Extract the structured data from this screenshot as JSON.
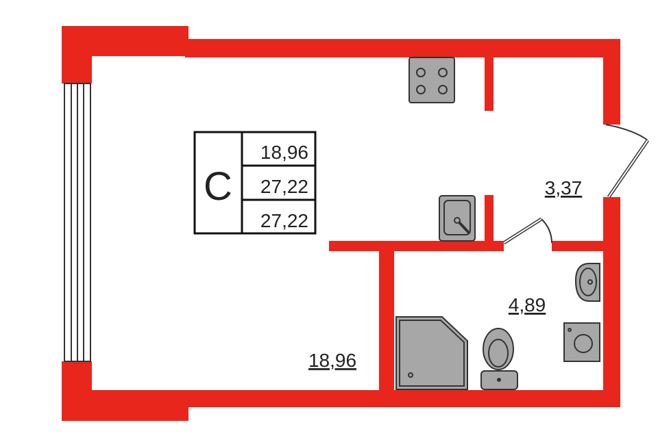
{
  "plan": {
    "apartment_type": "С",
    "summary_areas": [
      "18,96",
      "27,22",
      "27,22"
    ],
    "rooms": {
      "living": "18,96",
      "hallway": "3,37",
      "bathroom": "4,89"
    }
  },
  "colors": {
    "wall": "#e8261c",
    "fixture": "#a7a7a7",
    "outline": "#333333"
  }
}
